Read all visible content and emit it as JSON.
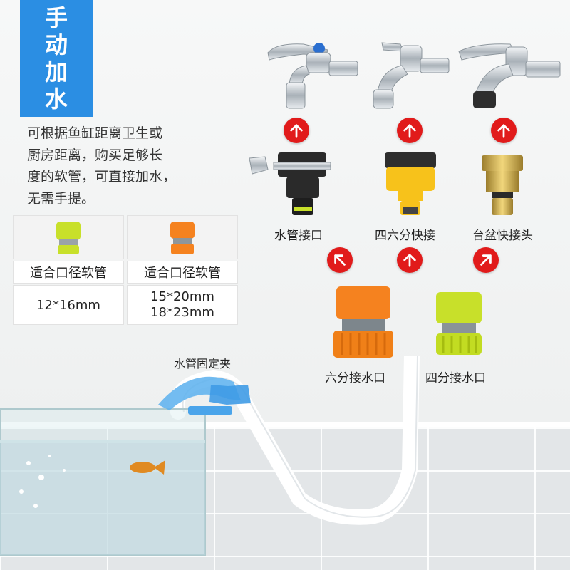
{
  "title": {
    "chars": [
      "手",
      "动",
      "加",
      "水"
    ]
  },
  "description": {
    "lines": [
      "可根据鱼缸距离卫生或",
      "厨房距离，购买足够长",
      "度的软管，可直接加水，",
      "无需手提。"
    ]
  },
  "hose_table": {
    "header_left": "适合口径软管",
    "header_right": "适合口径软管",
    "size_left": "12*16mm",
    "size_right_1": "15*20mm",
    "size_right_2": "18*23mm",
    "connector_left_color": "#c8e02a",
    "connector_right_color": "#f5821f"
  },
  "adapters": {
    "label_1": "水管接口",
    "label_2": "四六分快接",
    "label_3": "台盆快接头"
  },
  "connectors": {
    "label_1": "六分接水口",
    "label_2": "四分接水口"
  },
  "clip": {
    "label": "水管固定夹"
  },
  "colors": {
    "accent": "#2b8ee3",
    "arrow": "#e11b1b",
    "orange": "#f5821f",
    "lime": "#c8e02a",
    "yellow": "#f7c21b"
  },
  "icons": {
    "arrow_up": "arrow-up-icon",
    "arrow_up_left": "arrow-up-left-icon",
    "arrow_up_right": "arrow-up-right-icon"
  }
}
